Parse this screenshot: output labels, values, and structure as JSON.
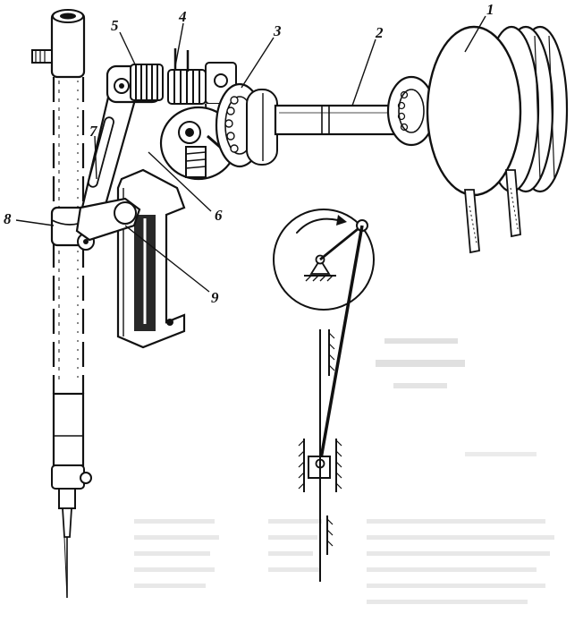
{
  "callouts": {
    "n1": "1",
    "n2": "2",
    "n3": "3",
    "n4": "4",
    "n5": "5",
    "n6": "6",
    "n7": "7",
    "n8": "8",
    "n9": "9"
  },
  "colors": {
    "ink": "#111111",
    "paper": "#ffffff",
    "bleed": "#d4d4d4"
  }
}
